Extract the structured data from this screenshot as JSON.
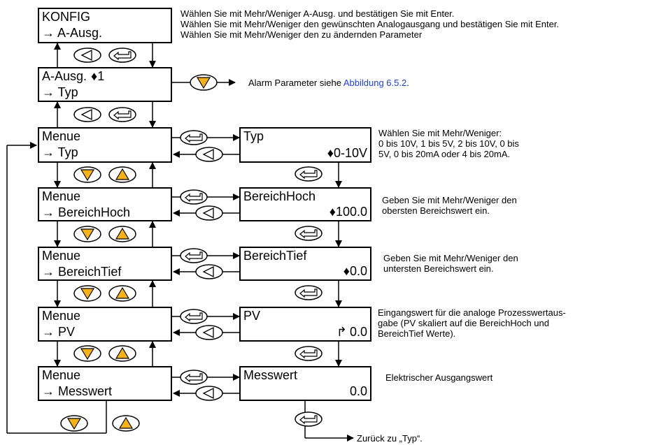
{
  "colors": {
    "accent": "#f5b21b",
    "link": "#1f3fd0",
    "line": "#000000"
  },
  "icons": {
    "left": "left-arrow-button-icon",
    "enter": "enter-button-icon",
    "down": "down-button-icon",
    "up": "up-button-icon",
    "updown": "up-down-arrows-icon",
    "write": "write-arrow-icon"
  },
  "menu_boxes": [
    {
      "line1": "KONFIG",
      "line2": "→ A-Ausg."
    },
    {
      "line1": "A-Ausg.",
      "line1_suffix": "1",
      "line2": "→ Typ"
    },
    {
      "line1": "Menue",
      "line2": "→ Typ"
    },
    {
      "line1": "Menue",
      "line2": "→ BereichHoch"
    },
    {
      "line1": "Menue",
      "line2": "→ BereichTief"
    },
    {
      "line1": "Menue",
      "line2": "→ PV"
    },
    {
      "line1": "Menue",
      "line2": "→ Messwert"
    }
  ],
  "param_boxes": [
    {
      "title": "Typ",
      "value": "0-10V"
    },
    {
      "title": "BereichHoch",
      "value": "100.0"
    },
    {
      "title": "BereichTief",
      "value": "0.0"
    },
    {
      "title": "PV",
      "value": "0.0"
    },
    {
      "title": "Messwert",
      "value": "0.0"
    }
  ],
  "notes": {
    "konfig": [
      "Wählen Sie mit Mehr/Weniger A-Ausg. und bestätigen Sie mit Enter.",
      "Wählen Sie mit Mehr/Weniger den gewünschten Analogausgang und bestätigen Sie mit Enter.",
      "Wählen Sie mit Mehr/Weniger den zu ändernden Parameter"
    ],
    "alarm_prefix": "Alarm Parameter siehe ",
    "alarm_link": "Abbildung 6.5.2",
    "alarm_suffix": ".",
    "typ": [
      "Wählen Sie mit Mehr/Weniger:",
      "0 bis 10V, 1 bis 5V, 2 bis 10V, 0 bis",
      "5V, 0 bis 20mA oder 4 bis 20mA."
    ],
    "hoch": [
      "Geben Sie mit Mehr/Weniger den",
      "obersten Bereichswert ein."
    ],
    "tief": [
      "Geben Sie mit Mehr/Weniger den",
      "untersten Bereichswert ein."
    ],
    "pv": [
      "Eingangswert für die analoge Prozesswertaus-",
      "gabe (PV skaliert auf die BereichHoch und",
      "BereichTief Werte)."
    ],
    "messwert": "Elektrischer Ausgangswert",
    "back": "Zurück zu „Typ“."
  }
}
